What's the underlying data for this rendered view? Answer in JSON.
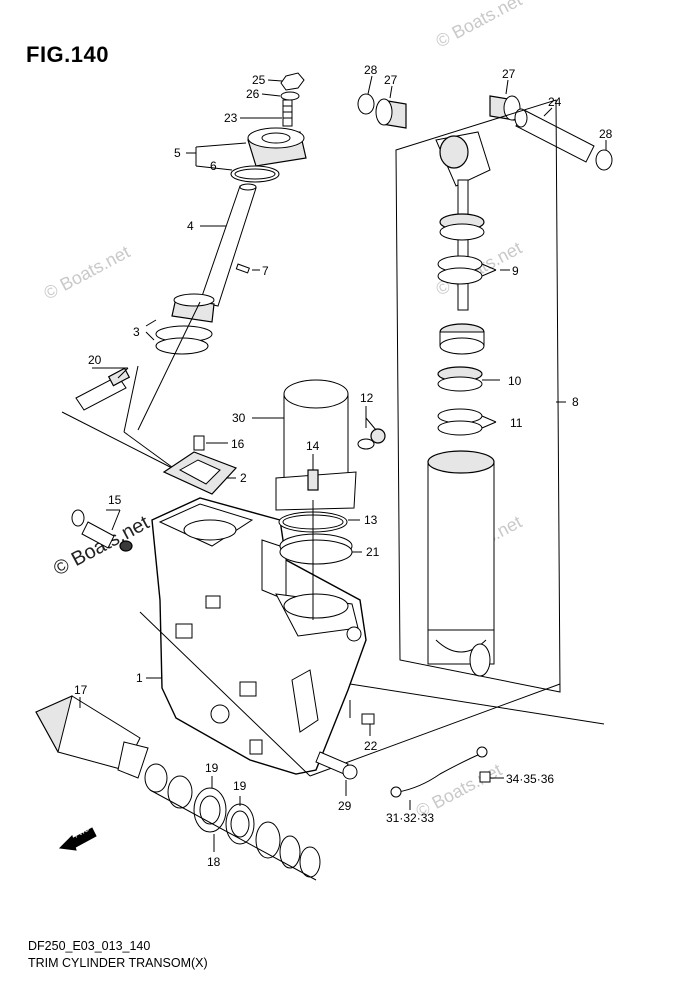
{
  "figure": {
    "title": "FIG.140",
    "code": "DF250_E03_013_140",
    "caption": "TRIM CYLINDER TRANSOM(X)"
  },
  "watermarks": [
    "© Boats.net",
    "© Boats.net",
    "© Boats.net",
    "© Boats.net",
    "© Boats.net",
    "© Boats.net"
  ],
  "fwd_marker": "FWD",
  "callouts": {
    "c25": "25",
    "c26": "26",
    "c23": "23",
    "c5": "5",
    "c6": "6",
    "c4": "4",
    "c7": "7",
    "c3": "3",
    "c20": "20",
    "c16": "16",
    "c2": "2",
    "c15": "15",
    "c30": "30",
    "c12": "12",
    "c14": "14",
    "c13": "13",
    "c21": "21",
    "c1": "1",
    "c22": "22",
    "c17": "17",
    "c19a": "19",
    "c19b": "19",
    "c18": "18",
    "c29": "29",
    "c28a": "28",
    "c27a": "27",
    "c27b": "27",
    "c24": "24",
    "c28b": "28",
    "c9": "9",
    "c10": "10",
    "c11": "11",
    "c8": "8",
    "c343536": "34·35·36",
    "c313233": "31·32·33"
  }
}
